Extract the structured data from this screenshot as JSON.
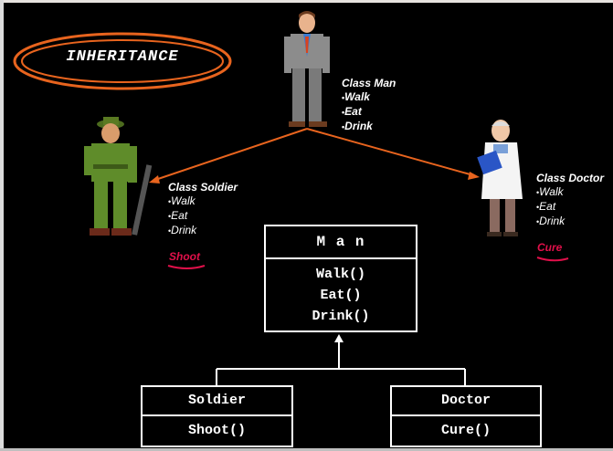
{
  "title": "INHERITANCE",
  "classes": {
    "man": {
      "title": "Class Man",
      "methods": [
        "Walk",
        "Eat",
        "Drink"
      ]
    },
    "soldier": {
      "title": "Class Soldier",
      "methods": [
        "Walk",
        "Eat",
        "Drink"
      ],
      "extra": "Shoot"
    },
    "doctor": {
      "title": "Class Doctor",
      "methods": [
        "Walk",
        "Eat",
        "Drink"
      ],
      "extra": "Cure"
    }
  },
  "uml": {
    "man": {
      "name": "M a n",
      "methods": [
        "Walk()",
        "Eat()",
        "Drink()"
      ]
    },
    "soldier": {
      "name": "Soldier",
      "methods": [
        "Shoot()"
      ]
    },
    "doctor": {
      "name": "Doctor",
      "methods": [
        "Cure()"
      ]
    }
  },
  "colors": {
    "background": "#000000",
    "arrow": "#e8641e",
    "ellipse": "#e8641e",
    "highlight": "#e0104a",
    "uml": "#ffffff"
  }
}
